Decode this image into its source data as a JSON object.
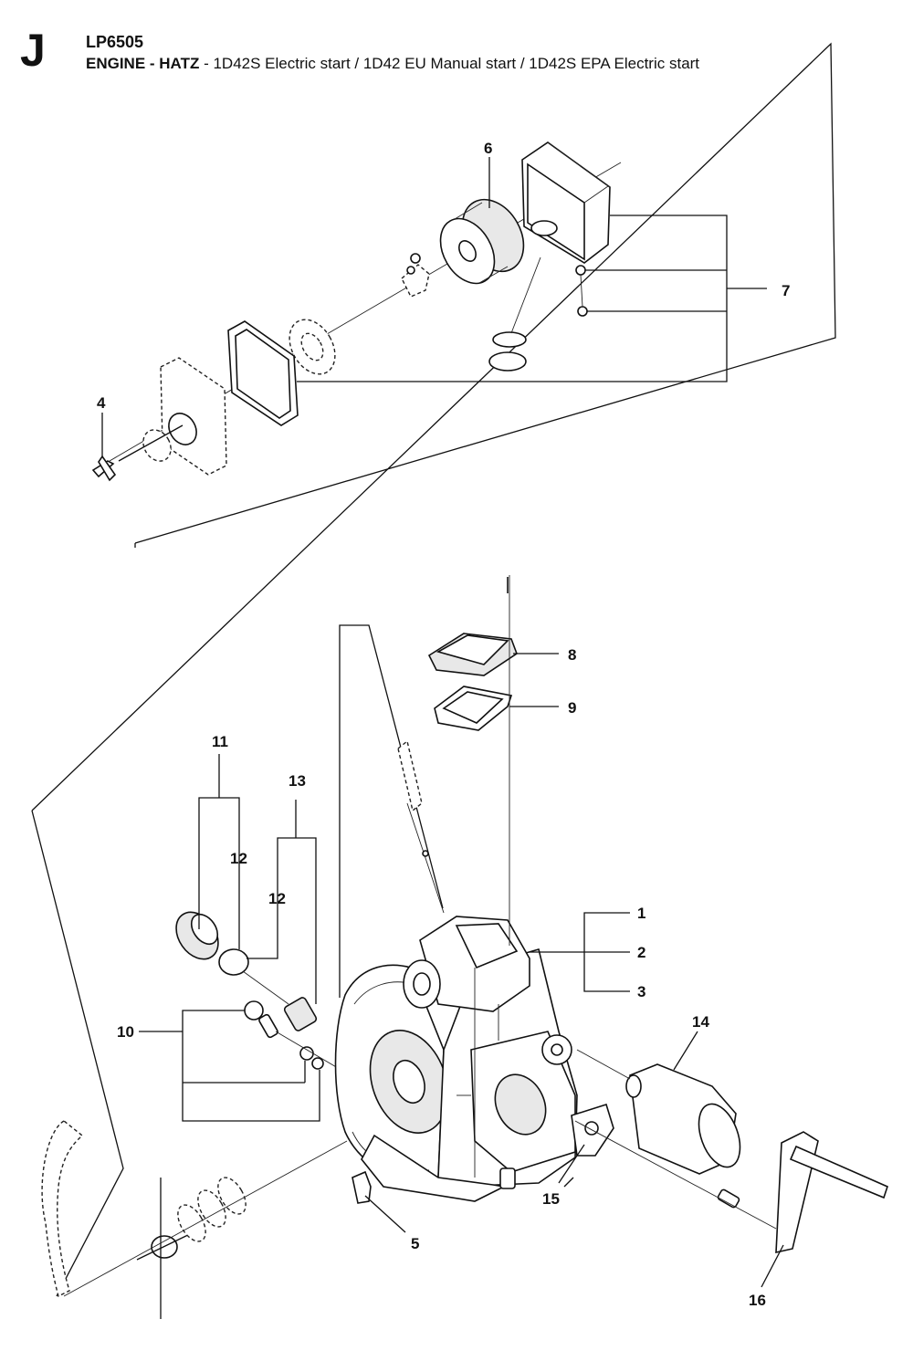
{
  "header": {
    "sheet_letter": "J",
    "model": "LP6505",
    "title_bold": "ENGINE - HATZ",
    "title_rest": " - 1D42S Electric start / 1D42 EU Manual start / 1D42S EPA Electric start"
  },
  "callouts": {
    "c1": "1",
    "c2": "2",
    "c3": "3",
    "c4": "4",
    "c5": "5",
    "c6": "6",
    "c7": "7",
    "c8": "8",
    "c9": "9",
    "c10": "10",
    "c11": "11",
    "c12a": "12",
    "c12b": "12",
    "c13": "13",
    "c14": "14",
    "c15": "15",
    "c16": "16"
  }
}
